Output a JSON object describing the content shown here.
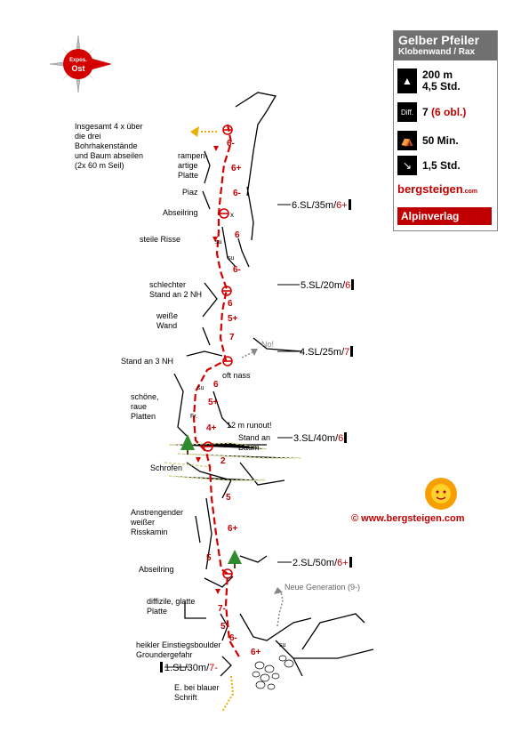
{
  "compass": {
    "label_small": "Expos.",
    "label": "Ost"
  },
  "infobox": {
    "title": "Gelber Pfeiler",
    "subtitle": "Klobenwand / Rax",
    "length": "200 m",
    "time": "4,5 Std.",
    "diff_label": "Diff.",
    "grade": "7",
    "grade_obl": "(6 obl.)",
    "approach": "50 Min.",
    "descent": "1,5  Std.",
    "brand_main": "bergsteigen",
    "brand_suffix": ".com",
    "publisher": "Alpinverlag"
  },
  "copyright": "©  www.bergsteigen.com",
  "pitches": [
    {
      "label": "6.SL/35m/",
      "grade": "6+"
    },
    {
      "label": "5.SL/20m/",
      "grade": "6"
    },
    {
      "label": "4.SL/25m/",
      "grade": "7"
    },
    {
      "label": "3.SL/40m/",
      "grade": "6"
    },
    {
      "label": "2.SL/50m/",
      "grade": "6+"
    },
    {
      "label": "1.SL/30m/",
      "grade": "7-"
    }
  ],
  "labels": {
    "abseil_note": "Insgesamt 4 x über\ndie drei\nBohrhakenstände\nund Baum abseilen\n(2x 60 m Seil)",
    "rampe": "rampen-\nartige\nPlatte",
    "piaz": "Piaz",
    "abseilring_top": "Abseilring",
    "steile_risse": "steile Risse",
    "schlechter_stand": "schlechter\nStand an 2 NH",
    "weisse_wand": "weiße\nWand",
    "no": "No!",
    "stand_3nh": "Stand an 3 NH",
    "oft_nass": "oft nass",
    "schoene_platten": "schöne,\nraue\nPlatten",
    "runout": "12 m runout!",
    "stand_baum": "Stand an\nBaum",
    "schrofen": "Schrofen",
    "risskamin": "Anstrengender\nweißer\nRisskamin",
    "abseilring_low": "Abseilring",
    "neue_generation": "Neue Generation (9-)",
    "diffizile": "diffizile, glatte\nPlatte",
    "einstieg": "heikler Einstiegsboulder\nGroundergefahr",
    "e_blauer": "E. bei blauer\nSchrift",
    "su1": "su",
    "su2": "su",
    "su3": "su",
    "su4": "su",
    "fr": "Fr.",
    "x": "x"
  },
  "grades_on_route": [
    "6-",
    "6+",
    "6-",
    "6",
    "6-",
    "6",
    "5+",
    "7",
    "6",
    "5+",
    "4+",
    "2",
    "5",
    "6+",
    "5",
    "7-",
    "5",
    "6-",
    "6+"
  ]
}
